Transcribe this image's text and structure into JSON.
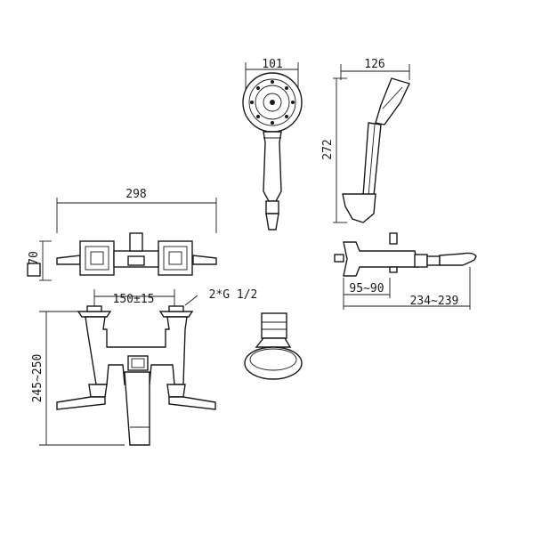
{
  "dimensions": {
    "handshower_width": "101",
    "handshower_depth": "126",
    "handshower_length": "272",
    "mixer_width": "298",
    "mixer_depth": "70",
    "centers": "150±15",
    "connection": "2*G 1/2",
    "height_range": "245~250",
    "spout_offset": "95~90",
    "spout_length": "234~239"
  }
}
